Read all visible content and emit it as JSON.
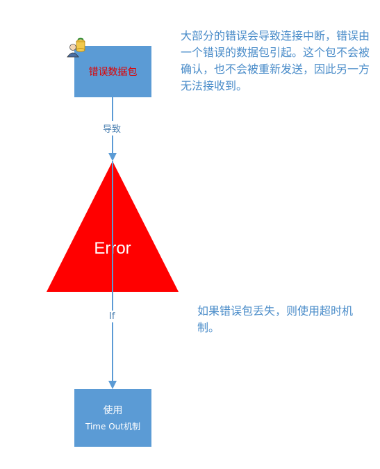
{
  "nodes": {
    "top": {
      "label": "错误数据包"
    },
    "error": {
      "label": "Error"
    },
    "bottom": {
      "line1": "使用",
      "line2": "Time Out机制"
    }
  },
  "edges": {
    "top_to_error": "导致",
    "error_to_bottom": "If"
  },
  "notes": {
    "top": "大部分的错误会导致连接中断，错误由一个错误的数据包引起。这个包不会被确认，也不会被重新发送，因此另一方无法接收到。",
    "bottom": "如果错误包丢失，则使用超时机制。"
  },
  "colors": {
    "box_fill": "#5b9bd5",
    "triangle_fill": "#ff0000",
    "arrow": "#5b9bd5",
    "note_text": "#4a8cc9",
    "top_label_text": "#e00000"
  },
  "icons": {
    "top_node": "user-database-icon"
  }
}
